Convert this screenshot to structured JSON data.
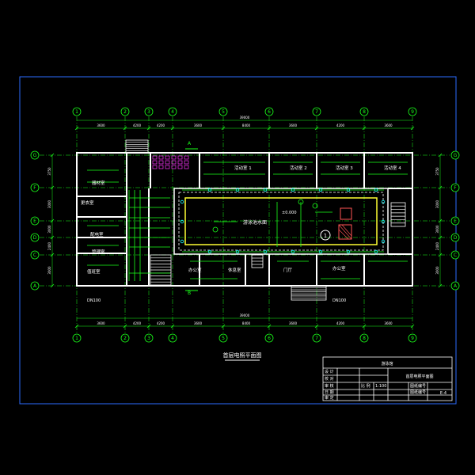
{
  "colors": {
    "background": "#000000",
    "frame": "#2d6bff",
    "axis": "#19ff19",
    "wall": "#ffffff",
    "wiring": "#19ff19",
    "pool": "#ffff33",
    "lamp": "#19ffff",
    "stair": "#ffffff",
    "magenta": "#ff33ff",
    "dim_text": "#ffffff"
  },
  "column_axes": [
    "1",
    "2",
    "3",
    "4",
    "5",
    "6",
    "7",
    "8",
    "9"
  ],
  "row_axes": [
    "G",
    "F",
    "E",
    "D",
    "C",
    "A"
  ],
  "top_dims": [
    "3600",
    "4200",
    "4200",
    "3600",
    "8400",
    "3600",
    "4200",
    "3600"
  ],
  "top_total": "39000",
  "bottom_dims": [
    "3600",
    "4200",
    "4200",
    "3600",
    "8400",
    "3600",
    "4200",
    "3600"
  ],
  "bottom_total": "39000",
  "left_dims": [
    "3750",
    "3000",
    "3000",
    "2400",
    "3000"
  ],
  "right_dims": [
    "3750",
    "3000",
    "3000",
    "2400",
    "3000"
  ],
  "rooms": {
    "r1": "活动室 1",
    "r2": "活动室 2",
    "r3": "活动室 3",
    "r4": "活动室 4",
    "pool": "游泳池水面",
    "left1": "器材室",
    "left2": "更衣室",
    "left3": "配电室",
    "left4": "管理室",
    "left5": "值班室",
    "bottom1": "办公室",
    "bottom2": "休息室",
    "bottom3": "门厅",
    "bottom4": "办公室"
  },
  "labels": {
    "entry_a": "A",
    "entry_b": "B",
    "elevation": "±0.000",
    "note_left": "DN100",
    "note_right": "DN100"
  },
  "drawing_title": "首层电照平面图",
  "title_block": {
    "project": "游泳馆",
    "sheet_title": "首层电照平面图",
    "row1_a": "设 计",
    "row1_b": "",
    "row2_a": "校 对",
    "row2_b": "",
    "row3_a": "审 核",
    "row3_b": "比 例",
    "row3_c": "1:100",
    "row3_d": "图纸编号",
    "row4_a": "审 定",
    "row4_b": "",
    "row4_c": "",
    "row4_d": "图纸编号",
    "sheet_no": "E-4",
    "date_label": "日 期"
  }
}
